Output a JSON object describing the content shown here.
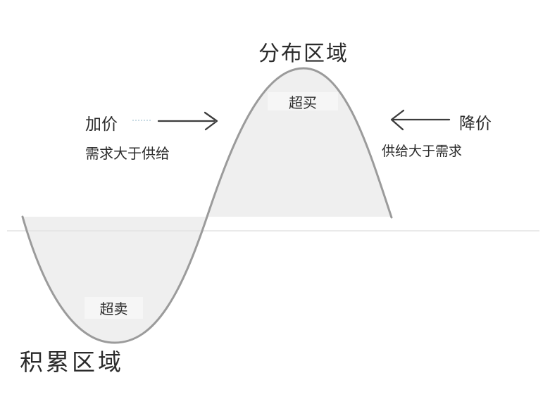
{
  "diagram": {
    "title": "分布区域",
    "accumulation_label": "积累区域",
    "overbought_label": "超买",
    "oversold_label": "超卖",
    "left_annotation": {
      "action_label": "加价",
      "condition_label": "需求大于供给",
      "arrow_icon": "arrow-right-icon"
    },
    "right_annotation": {
      "action_label": "降价",
      "condition_label": "供给大于需求",
      "arrow_icon": "arrow-left-icon"
    }
  },
  "colors": {
    "background": "#ffffff",
    "curve_stroke": "#9b9b9b",
    "area_fill": "#efefef",
    "label_chip_bg": "#f6f6f6",
    "baseline": "#e3e3e3",
    "arrow": "#3c3c3c",
    "text": "#2e2e2e",
    "dotted_artifact": "#c9dbe4"
  }
}
